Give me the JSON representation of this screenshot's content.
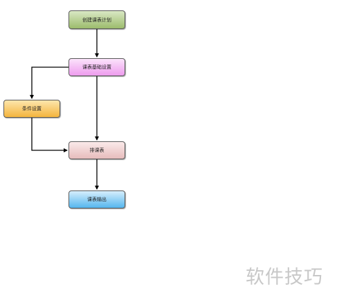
{
  "diagram": {
    "nodes": {
      "create": "创建课表计划",
      "base": "课表基础设置",
      "condition": "条件设置",
      "schedule": "排课表",
      "output": "课表输出"
    }
  },
  "watermark": "软件技巧"
}
